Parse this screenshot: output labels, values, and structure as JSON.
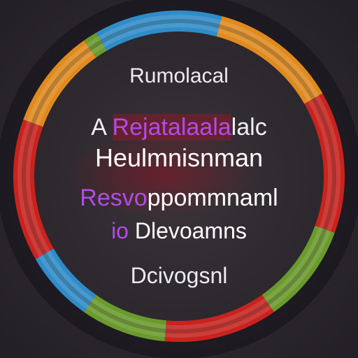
{
  "lines": {
    "l1": "Rumolacal",
    "l2_a": "A",
    "l2_b": "Rejatalaala",
    "l2_c": "lalc",
    "l3": "Heulmnisnman",
    "l4_a": "Resvo",
    "l4_b": "ppommnaml",
    "l5_a": "io",
    "l5_b": "Dlevoamns",
    "l6": "Dcivogsnl"
  },
  "colors": {
    "background": "#2e2a30",
    "ring_red": "#c8231e",
    "ring_green": "#6a9a2c",
    "ring_blue": "#2f8cc8",
    "ring_orange": "#e08a1e",
    "accent_text": "#b34be6"
  }
}
